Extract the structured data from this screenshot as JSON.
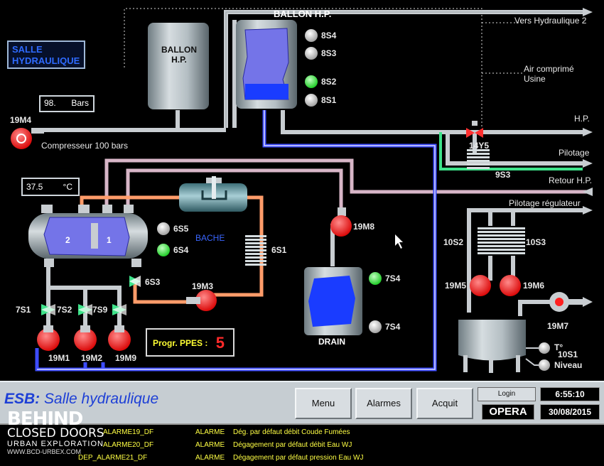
{
  "screen": {
    "title_prefix": "ESB:",
    "title": "Salle hydraulique",
    "room_label": "SALLE HYDRAULIQUE"
  },
  "labels": {
    "ballon_hp_top": "BALLON H.P.",
    "ballon_hp_left": "BALLON H.P.",
    "vers_hydraulique": "Vers Hydraulique 2",
    "air_comprime": "Air comprimé Usine",
    "hp": "H.P.",
    "pilotage": "Pilotage",
    "retour_hp": "Retour H.P.",
    "pilotage_regulateur": "Pilotage régulateur",
    "compresseur": "Compresseur 100 bars",
    "bache": "BACHE",
    "drain": "DRAIN",
    "t10s1": "T°",
    "niveau": "Niveau"
  },
  "readouts": {
    "pressure_value": "98.",
    "pressure_unit": "Bars",
    "temperature_value": "37.5",
    "temperature_unit": "°C",
    "prog_label": "Progr. PPES :",
    "prog_value": "5"
  },
  "sensors": {
    "s8s4": "8S4",
    "s8s3": "8S3",
    "s8s2": "8S2",
    "s8s1": "8S1",
    "s6s5": "6S5",
    "s6s4": "6S4",
    "s6s1": "6S1",
    "s6s3": "6S3",
    "s7s4a": "7S4",
    "s7s4b": "7S4",
    "s7s1": "7S1",
    "s7s2": "7S2",
    "s7s9": "7S9",
    "s9s3": "9S3",
    "s10s2": "10S2",
    "s10s3": "10S3",
    "s10s1": "10S1",
    "v14y5": "14Y5"
  },
  "motors": {
    "m19m4": "19M4",
    "m19m1": "19M1",
    "m19m2": "19M2",
    "m19m9": "19M9",
    "m19m3": "19M3",
    "m19m8": "19M8",
    "m19m5": "19M5",
    "m19m6": "19M6",
    "m19m7": "19M7"
  },
  "panel": {
    "menu": "Menu",
    "alarmes": "Alarmes",
    "acquit": "Acquit",
    "login": "Login",
    "brand": "OPERA",
    "time": "6:55:10",
    "date": "30/08/2015"
  },
  "alarms": [
    {
      "code": "ALARME19_DF",
      "type": "ALARME",
      "text": "Dég. par défaut débit Coude Fumées"
    },
    {
      "code": "ALARME20_DF",
      "type": "ALARME",
      "text": "Dégagement par défaut débit Eau WJ"
    },
    {
      "code": "DEP_ALARME21_DF",
      "type": "ALARME",
      "text": "Dégagement par défaut pression Eau WJ"
    }
  ],
  "watermark": {
    "line1": "BEHIND",
    "line2": "CLOSED DOORS",
    "line3": "URBAN EXPLORATION",
    "line4": "WWW.BCD-URBEX.COM"
  },
  "colors": {
    "pipe_gray": "#c8cdd1",
    "pipe_blue": "#3d4cff",
    "pipe_pink": "#d8b6c8",
    "pipe_orange": "#ff9c6a",
    "pipe_green": "#3ee38a",
    "sensor_on": "#22e22a",
    "sensor_off": "#c9c9c9",
    "motor_red": "#ff1a1a",
    "tank_fill": "#7474e8",
    "water": "#1a3cff",
    "title_blue": "#1d3fd6"
  }
}
